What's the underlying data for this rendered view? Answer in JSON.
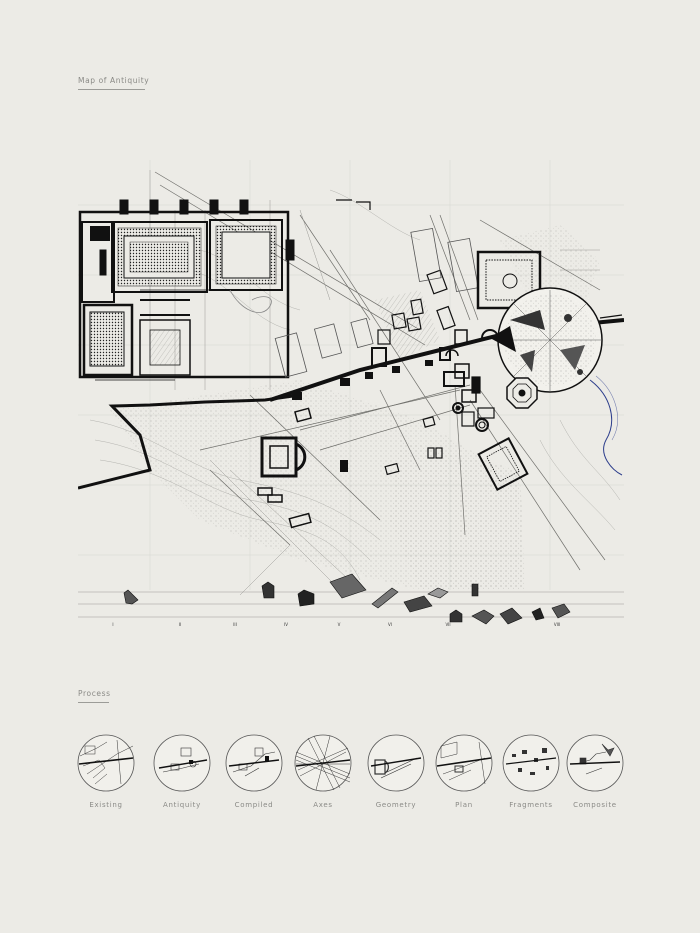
{
  "sections": {
    "map_title": "Map of Antiquity",
    "process_title": "Process"
  },
  "timeline_ticks": [
    "I",
    "II",
    "III",
    "IV",
    "V",
    "VI",
    "VII",
    "VIII"
  ],
  "process_items": [
    {
      "label": "Existing"
    },
    {
      "label": "Antiquity"
    },
    {
      "label": "Compiled"
    },
    {
      "label": "Axes"
    },
    {
      "label": "Geometry"
    },
    {
      "label": "Plan"
    },
    {
      "label": "Fragments"
    },
    {
      "label": "Composite"
    }
  ],
  "colors": {
    "background": "#ecebe6",
    "ink": "#111111",
    "linework": "#8f8f8b",
    "river": "#2d3e8c",
    "label": "#8a8a86"
  }
}
